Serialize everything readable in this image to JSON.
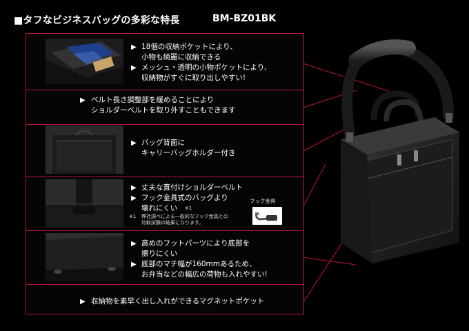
{
  "header": {
    "title": "■タフなビジネスバッグの多彩な特長",
    "model": "BM-BZ01BK"
  },
  "bullet_glyph": "▶",
  "rows": [
    {
      "lines": [
        "18個の収納ポケットにより、",
        "小物も綺麗に収納できる",
        "メッシュ・透明の小物ポケットにより、",
        "収納物がすぐに取り出しやすい!"
      ]
    },
    {
      "lines": [
        "ベルト長さ調整部を緩めることにより",
        "ショルダーベルトを取り外すこともできます"
      ]
    },
    {
      "lines": [
        "バッグ背面に",
        "キャリーバッグホルダー付き"
      ]
    },
    {
      "lines": [
        "丈夫な直付けショルダーベルト",
        "フック金具式のバッグより",
        "壊れにくい",
        "※1"
      ],
      "note_mark": "※1",
      "note_lines": [
        "弊社調べによる一般的なフック金具との",
        "比較試験の結果になります。"
      ],
      "hook_label": "フック金具"
    },
    {
      "lines": [
        "高めのフットパーツにより底部を",
        "擦りにくい",
        "底部のマチ幅が160mmあるため、",
        "お弁当などの幅広の荷物も入れやすい!"
      ]
    },
    {
      "lines": [
        "収納物を素早く出し入れができるマグネットポケット"
      ]
    }
  ],
  "colors": {
    "accent": "#c4103a",
    "border": "#b8183a",
    "background": "#000000"
  }
}
